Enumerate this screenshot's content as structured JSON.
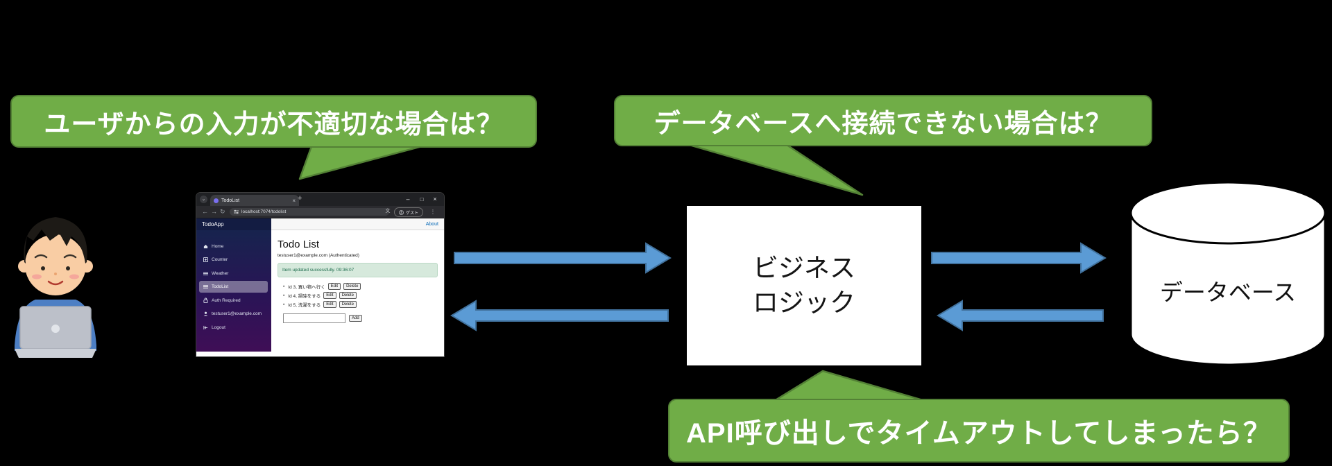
{
  "scene": {
    "callouts": {
      "user_input": "ユーザからの入力が不適切な場合は？",
      "db_connect": "データベースへ接続できない場合は？",
      "api_timeout": "API呼び出しでタイムアウトしてしまったら？"
    },
    "logic_box": {
      "line1": "ビジネス",
      "line2": "ロジック"
    },
    "database_label": "データベース",
    "colors": {
      "callout_green": "#70ad47",
      "callout_border": "#538135",
      "arrow_blue": "#5b9bd5",
      "arrow_border": "#41719c"
    }
  },
  "browser": {
    "tab_title": "TodoList",
    "tab_close": "×",
    "new_tab": "+",
    "chevron": "⌄",
    "controls": {
      "minimize": "–",
      "maximize": "□",
      "close": "×"
    },
    "nav": {
      "back": "←",
      "forward": "→",
      "reload": "↻"
    },
    "url": "localhost:7074/todolist",
    "translate_icon": "文",
    "guest_label": "ゲスト",
    "menu_dots": "⋮"
  },
  "app": {
    "brand": "TodoApp",
    "about": "About",
    "nav": [
      {
        "label": "Home"
      },
      {
        "label": "Counter"
      },
      {
        "label": "Weather"
      },
      {
        "label": "TodoList"
      },
      {
        "label": "Auth Required"
      },
      {
        "label": "testuser1@example.com"
      },
      {
        "label": "Logout"
      }
    ],
    "page_title": "Todo List",
    "user_status": "testuser1@example.com (Authenticated)",
    "alert": "Item updated successfully. 09:36:07",
    "todos": [
      {
        "label": "Id 3, 買い物へ行く",
        "edit": "Edit",
        "delete": "Delete"
      },
      {
        "label": "Id 4, 掃除をする",
        "edit": "Edit",
        "delete": "Delete"
      },
      {
        "label": "Id 5, 洗濯をする",
        "edit": "Edit",
        "delete": "Delete"
      }
    ],
    "add_button": "Add"
  }
}
